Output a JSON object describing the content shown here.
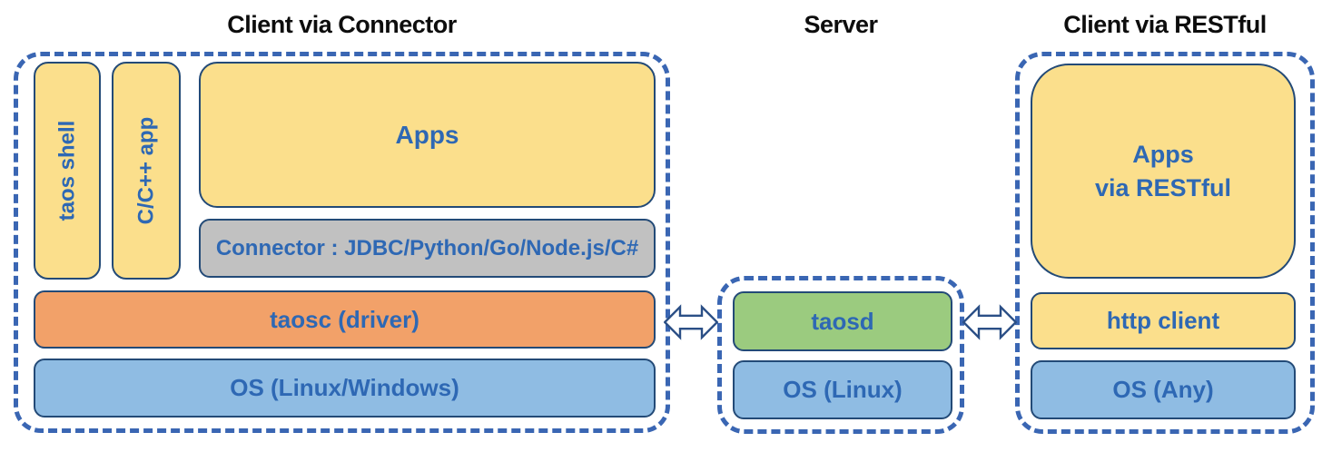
{
  "titles": {
    "connector_client": "Client via Connector",
    "server": "Server",
    "restful_client": "Client via RESTful"
  },
  "connector_client": {
    "taos_shell": "taos shell",
    "cpp_app": "C/C++ app",
    "apps": "Apps",
    "connector": "Connector : JDBC/Python/Go/Node.js/C#",
    "taosc_driver": "taosc (driver)",
    "os": "OS (Linux/Windows)"
  },
  "server": {
    "taosd": "taosd",
    "os": "OS (Linux)"
  },
  "restful_client": {
    "apps_line1": "Apps",
    "apps_line2": "via RESTful",
    "http_client": "http client",
    "os": "OS (Any)"
  },
  "icons": {
    "left_arrow": "bidirectional-arrow",
    "right_arrow": "bidirectional-arrow"
  },
  "colors": {
    "yellow_box": "#fbdf8c",
    "gray_box": "#c1c1c1",
    "orange_box": "#f2a169",
    "green_box": "#9bcb7f",
    "blue_box": "#8fbce3",
    "box_border": "#234a77",
    "dashed_border": "#3a66b3",
    "label_text": "#2e68b4",
    "title_text": "#0d0d0d"
  }
}
